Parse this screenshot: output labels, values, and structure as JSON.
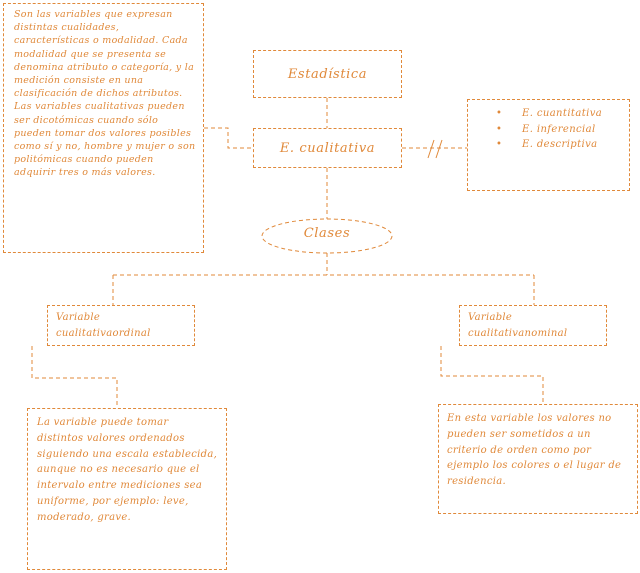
{
  "title_node": "Estadística",
  "main_node": "E. cualitativa",
  "definition": "Son las variables que expresan distintas cualidades, características o modalidad. Cada modalidad que se presenta se denomina atributo o categoría, y la medición consiste en una clasificación de dichos atributos. Las variables cualitativas pueden ser dicotómicas cuando sólo pueden tomar dos valores posibles como sí y no, hombre y mujer o son politómicas cuando pueden adquirir tres o más valores.",
  "other_types": [
    "E. cuantitativa",
    "E. inferencial",
    "E. descriptiva"
  ],
  "classes_label": "Clases",
  "ordinal": {
    "label": "Variable cualitativaordinal",
    "description": "La variable puede tomar distintos valores ordenados siguiendo una escala establecida, aunque no es necesario que el intervalo entre mediciones sea uniforme, por ejemplo: leve, moderado, grave."
  },
  "nominal": {
    "label": "Variable cualitativanominal",
    "description": "En esta variable los valores no pueden ser sometidos a un criterio de orden como por ejemplo los colores o el lugar de residencia."
  }
}
